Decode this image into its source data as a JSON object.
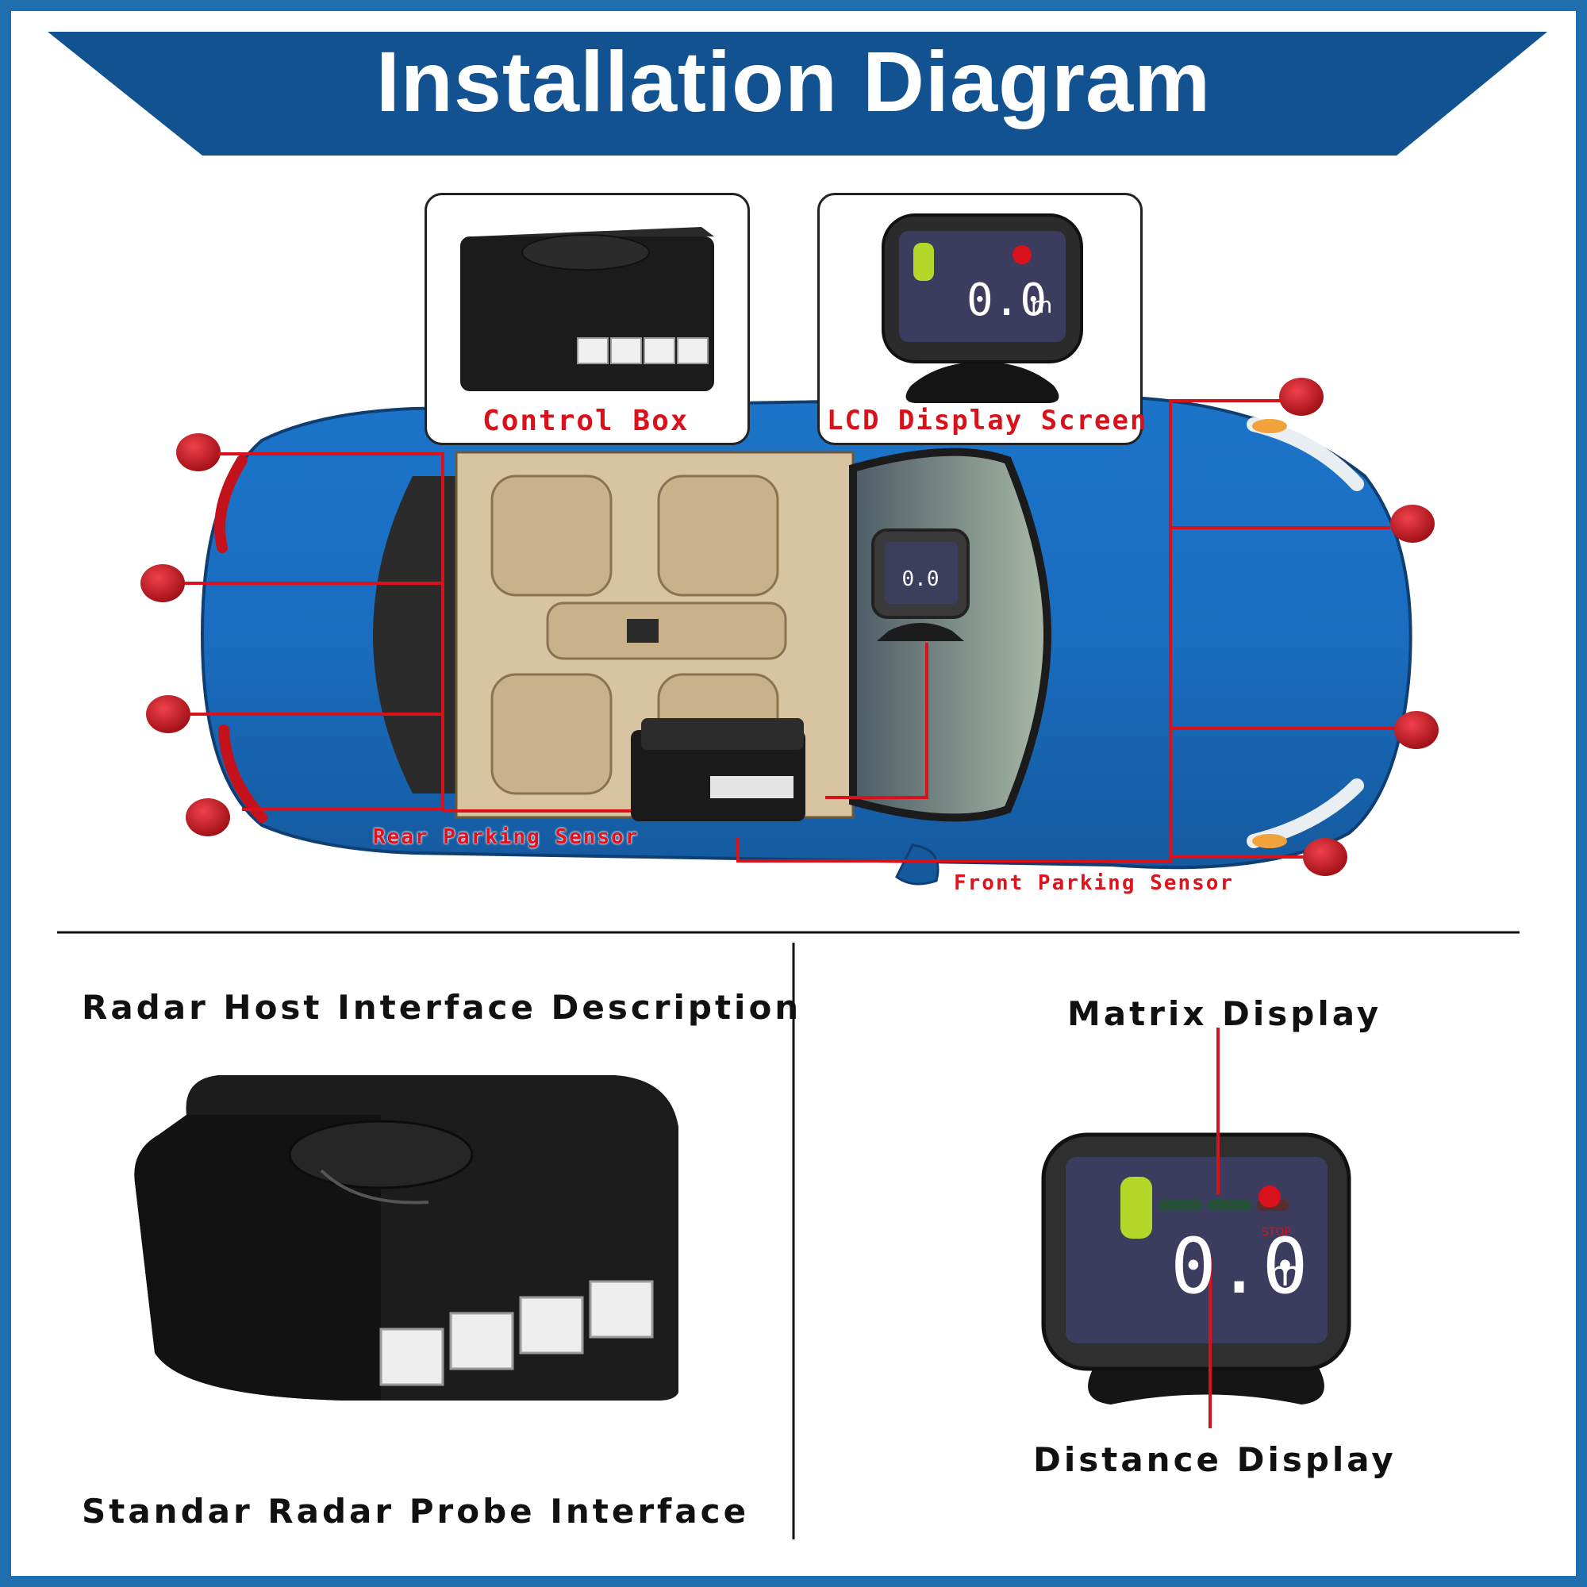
{
  "title": "Installation Diagram",
  "top_labels": {
    "control_box": "Control Box",
    "lcd_display": "LCD Display Screen",
    "rear_sensor": "Rear Parking Sensor",
    "front_sensor": "Front Parking Sensor"
  },
  "bottom_left": {
    "heading": "Radar Host Interface Description",
    "caption": "Standar Radar Probe Interface"
  },
  "bottom_right": {
    "matrix": "Matrix Display",
    "distance": "Distance Display"
  },
  "display_readout": {
    "value": "0.0",
    "unit": "m",
    "stop": "STOP"
  },
  "colors": {
    "frame": "#1f6fae",
    "banner": "#135291",
    "car_body": "#1a6dc0",
    "sensor": "#c4121c",
    "leader_line": "#d8111b",
    "interior": "#d8c4a0"
  }
}
